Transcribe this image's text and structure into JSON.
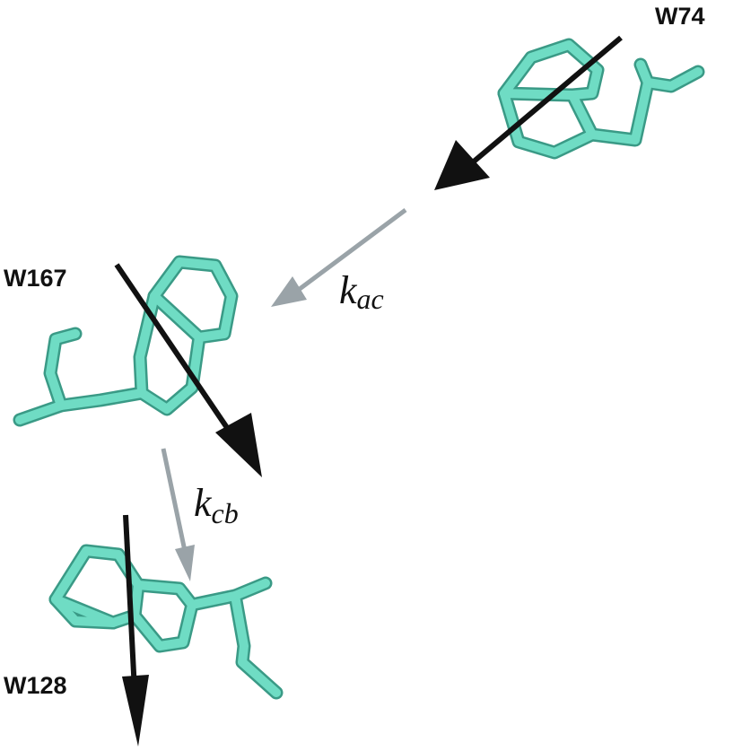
{
  "residues": {
    "w74": {
      "label": "W74"
    },
    "w167": {
      "label": "W167"
    },
    "w128": {
      "label": "W128"
    }
  },
  "rates": {
    "kac": {
      "symbol": "k",
      "subscript": "ac"
    },
    "kcb": {
      "symbol": "k",
      "subscript": "cb"
    }
  },
  "colors": {
    "molecule": "#6fdcc4",
    "molecule_outline": "#3a9a86",
    "dipole_arrow": "#111111",
    "transfer_arrow": "#9aa3a8",
    "background": "#ffffff"
  }
}
